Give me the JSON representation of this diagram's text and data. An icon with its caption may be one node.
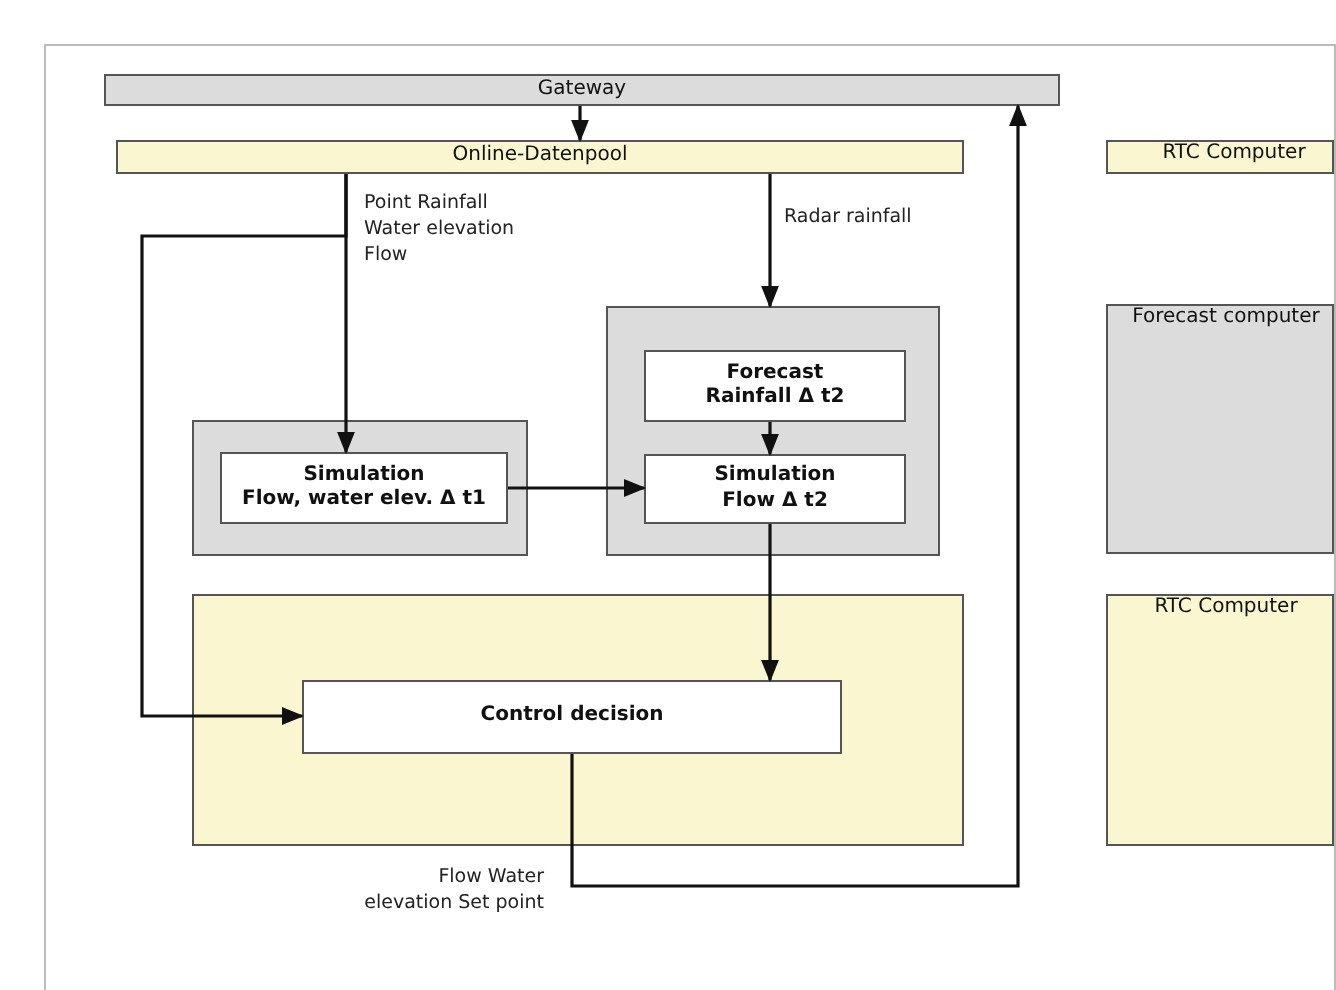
{
  "diagram": {
    "nodes": [
      {
        "text": [
          "Gateway"
        ]
      },
      {
        "text": [
          "Online-Datenpool"
        ]
      },
      {
        "text": [],
        "shape": "box"
      },
      {
        "text": [
          "Simulation",
          "Flow, water elev. Δ t1"
        ],
        "in": 2
      },
      {
        "text": [],
        "shape": "box"
      },
      {
        "text": [
          "Forecast",
          "Rainfall Δ t2"
        ],
        "in": 4
      },
      {
        "text": [
          "Simulation",
          "Flow Δ t2"
        ],
        "in": 4
      },
      {
        "text": [],
        "shape": "box"
      },
      {
        "text": [
          "Control decision"
        ],
        "in": 7
      },
      {
        "text": [
          "RTC Computer"
        ]
      },
      {
        "text": [
          "Forecast computer"
        ]
      },
      {
        "text": [
          "RTC Computer"
        ]
      }
    ],
    "edges": [
      {
        "from": 0,
        "to": 1,
        "arrow": "to"
      },
      {
        "from": 1,
        "to": 3,
        "arrow": "to",
        "label": "Point Rainfall Water elevation Flow"
      },
      {
        "from": 1,
        "to": 8,
        "arrow": "to"
      },
      {
        "from": 1,
        "to": 4,
        "arrow": "to",
        "label": "Radar rainfall"
      },
      {
        "from": 5,
        "to": 6,
        "arrow": "to"
      },
      {
        "from": 3,
        "to": 6,
        "arrow": "to"
      },
      {
        "from": 6,
        "to": 8,
        "arrow": "to"
      },
      {
        "from": 8,
        "to": 0,
        "arrow": "to",
        "label": "Flow Water elevation Set point"
      }
    ]
  }
}
